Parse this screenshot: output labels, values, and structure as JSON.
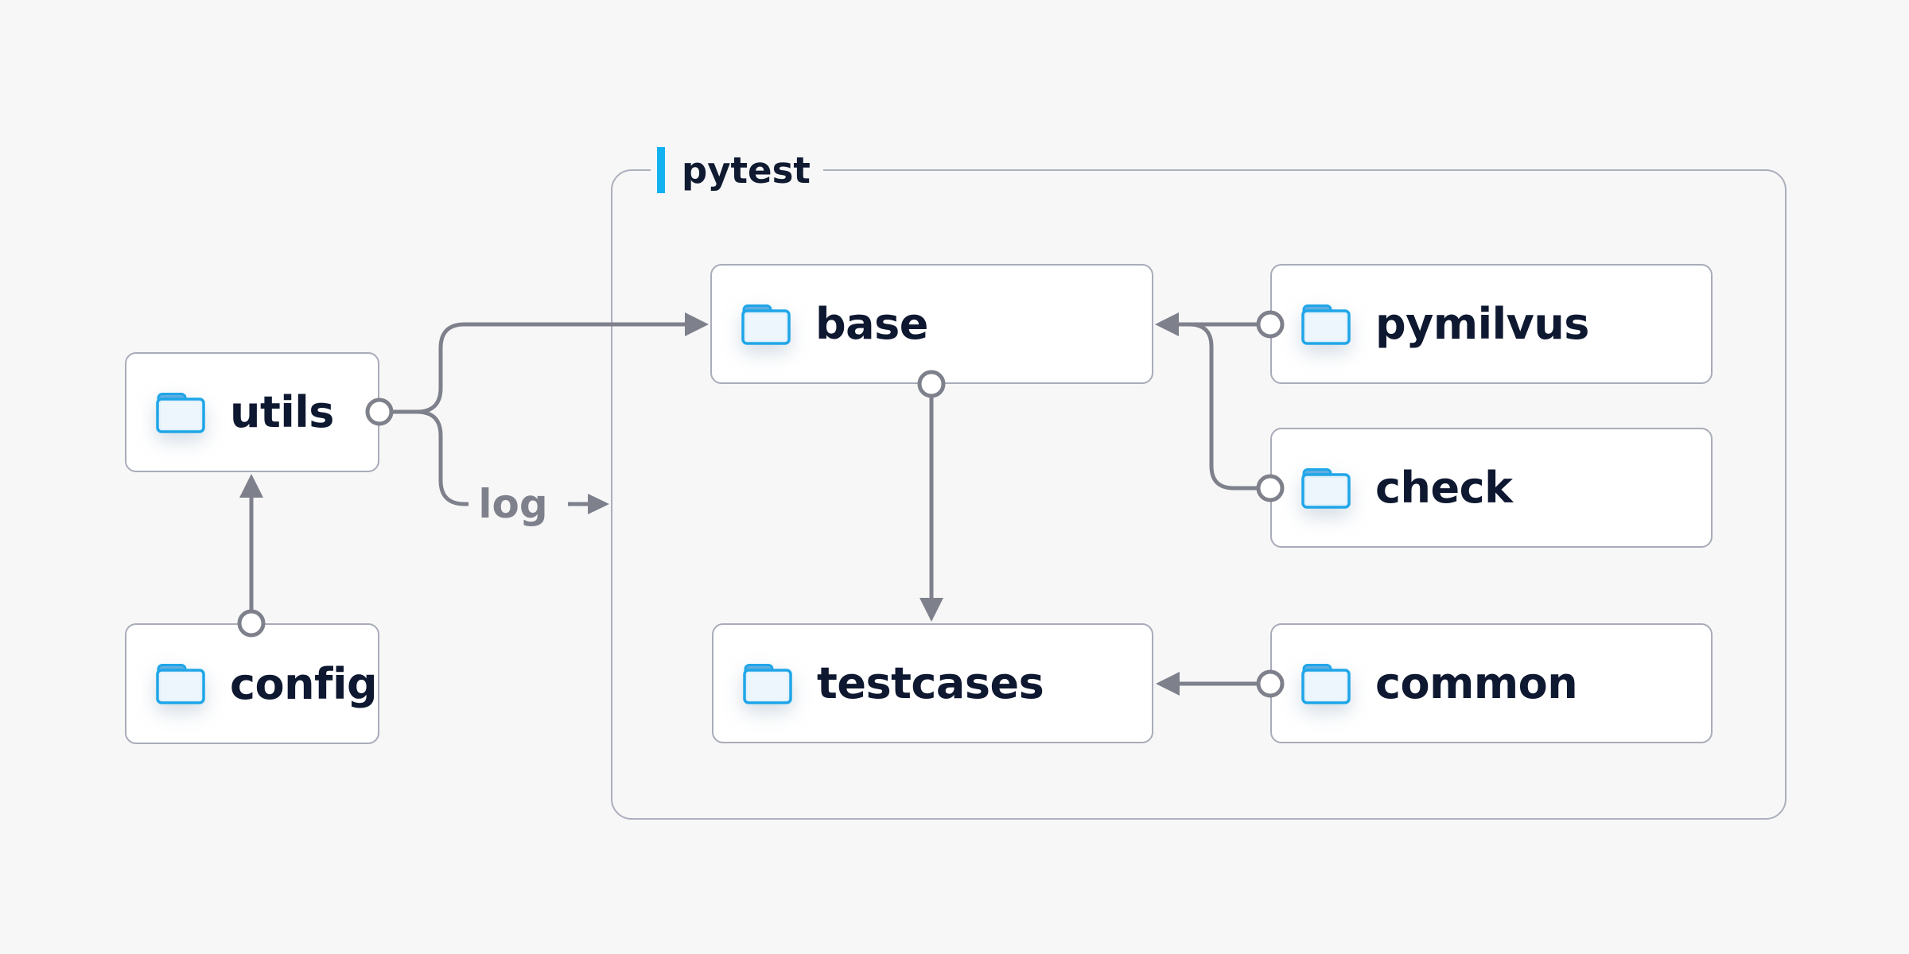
{
  "container": {
    "label": "pytest"
  },
  "nodes": [
    {
      "id": "utils",
      "label": "utils"
    },
    {
      "id": "config",
      "label": "config"
    },
    {
      "id": "base",
      "label": "base"
    },
    {
      "id": "pymilvus",
      "label": "pymilvus"
    },
    {
      "id": "check",
      "label": "check"
    },
    {
      "id": "testcases",
      "label": "testcases"
    },
    {
      "id": "common",
      "label": "common"
    }
  ],
  "edge_label": "log",
  "edges": [
    {
      "from": "config",
      "to": "utils"
    },
    {
      "from": "utils",
      "to": "base"
    },
    {
      "from": "utils",
      "to": "log"
    },
    {
      "from": "pymilvus",
      "to": "base"
    },
    {
      "from": "check",
      "to": "base"
    },
    {
      "from": "base",
      "to": "testcases"
    },
    {
      "from": "common",
      "to": "testcases"
    }
  ],
  "colors": {
    "background": "#F7F7F8",
    "node_fill": "#FFFFFF",
    "node_border": "#A9ACB9",
    "group_border": "#ACAFBC",
    "connector": "#7E818B",
    "label_text": "#0E1830",
    "edge_label_text": "#7E818B",
    "accent_bar": "#14B1F0",
    "folder_outline": "#1FA6E8",
    "folder_tab": "#5FAEE0",
    "folder_body": "#E2F1FB"
  }
}
